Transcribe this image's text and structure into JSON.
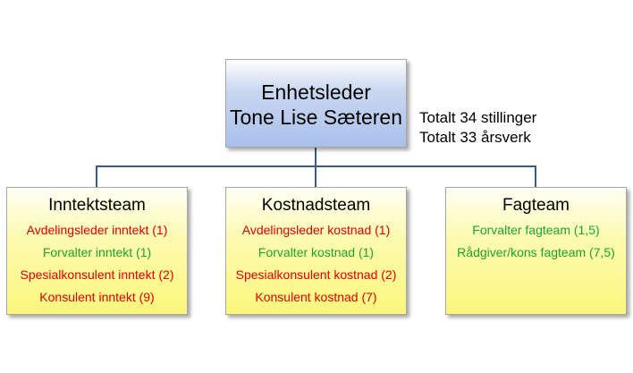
{
  "colors": {
    "line": "#3a5a86",
    "red_item": "#e00000",
    "green_item": "#1fa32a"
  },
  "root": {
    "line1": "Enhetsleder",
    "line2": "Tone Lise Sæteren"
  },
  "totals": {
    "line1": "Totalt 34 stillinger",
    "line2": "Totalt 33 årsverk"
  },
  "teams": [
    {
      "title": "Inntektsteam",
      "items": [
        {
          "label": "Avdelingsleder inntekt (1)",
          "color": "red"
        },
        {
          "label": "Forvalter inntekt (1)",
          "color": "green"
        },
        {
          "label": "Spesialkonsulent  inntekt (2)",
          "color": "red"
        },
        {
          "label": "Konsulent inntekt (9)",
          "color": "red"
        }
      ]
    },
    {
      "title": "Kostnadsteam",
      "items": [
        {
          "label": "Avdelingsleder kostnad (1)",
          "color": "red"
        },
        {
          "label": "Forvalter kostnad (1)",
          "color": "green"
        },
        {
          "label": "Spesialkonsulent  kostnad (2)",
          "color": "red"
        },
        {
          "label": "Konsulent kostnad (7)",
          "color": "red"
        }
      ]
    },
    {
      "title": "Fagteam",
      "items": [
        {
          "label": "Forvalter fagteam (1,5)",
          "color": "green"
        },
        {
          "label": "Rådgiver/kons fagteam (7,5)",
          "color": "green"
        }
      ]
    }
  ]
}
